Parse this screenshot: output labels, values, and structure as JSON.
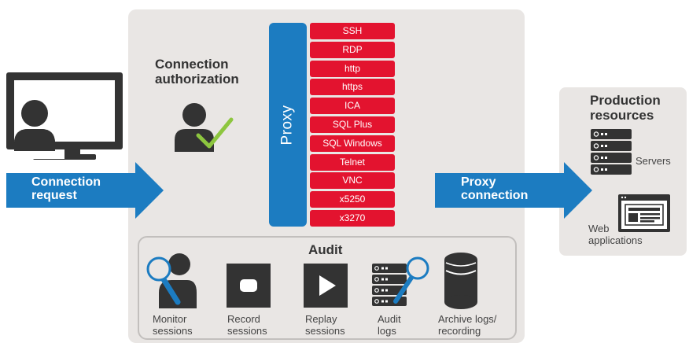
{
  "connection_request": {
    "line1": "Connection",
    "line2": "request"
  },
  "authorization": {
    "line1": "Connection",
    "line2": "authorization"
  },
  "proxy": {
    "label": "Proxy"
  },
  "protocols": [
    "SSH",
    "RDP",
    "http",
    "https",
    "ICA",
    "SQL Plus",
    "SQL Windows",
    "Telnet",
    "VNC",
    "x5250",
    "x3270"
  ],
  "proxy_connection": {
    "line1": "Proxy",
    "line2": "connection"
  },
  "production": {
    "title_line1": "Production",
    "title_line2": "resources",
    "servers_label": "Servers",
    "web_line1": "Web",
    "web_line2": "applications"
  },
  "audit": {
    "title": "Audit",
    "items": [
      {
        "line1": "Monitor",
        "line2": "sessions",
        "icon": "monitor-icon"
      },
      {
        "line1": "Record",
        "line2": "sessions",
        "icon": "record-icon"
      },
      {
        "line1": "Replay",
        "line2": "sessions",
        "icon": "replay-icon"
      },
      {
        "line1": "Audit",
        "line2": "logs",
        "icon": "audit-logs-icon"
      },
      {
        "line1": "Archive logs/",
        "line2": "recording",
        "icon": "archive-icon"
      }
    ]
  },
  "colors": {
    "blue": "#1c7cc1",
    "red": "#e3132f",
    "dark": "#333333",
    "green": "#8dc63f",
    "panel": "#e9e6e4"
  }
}
